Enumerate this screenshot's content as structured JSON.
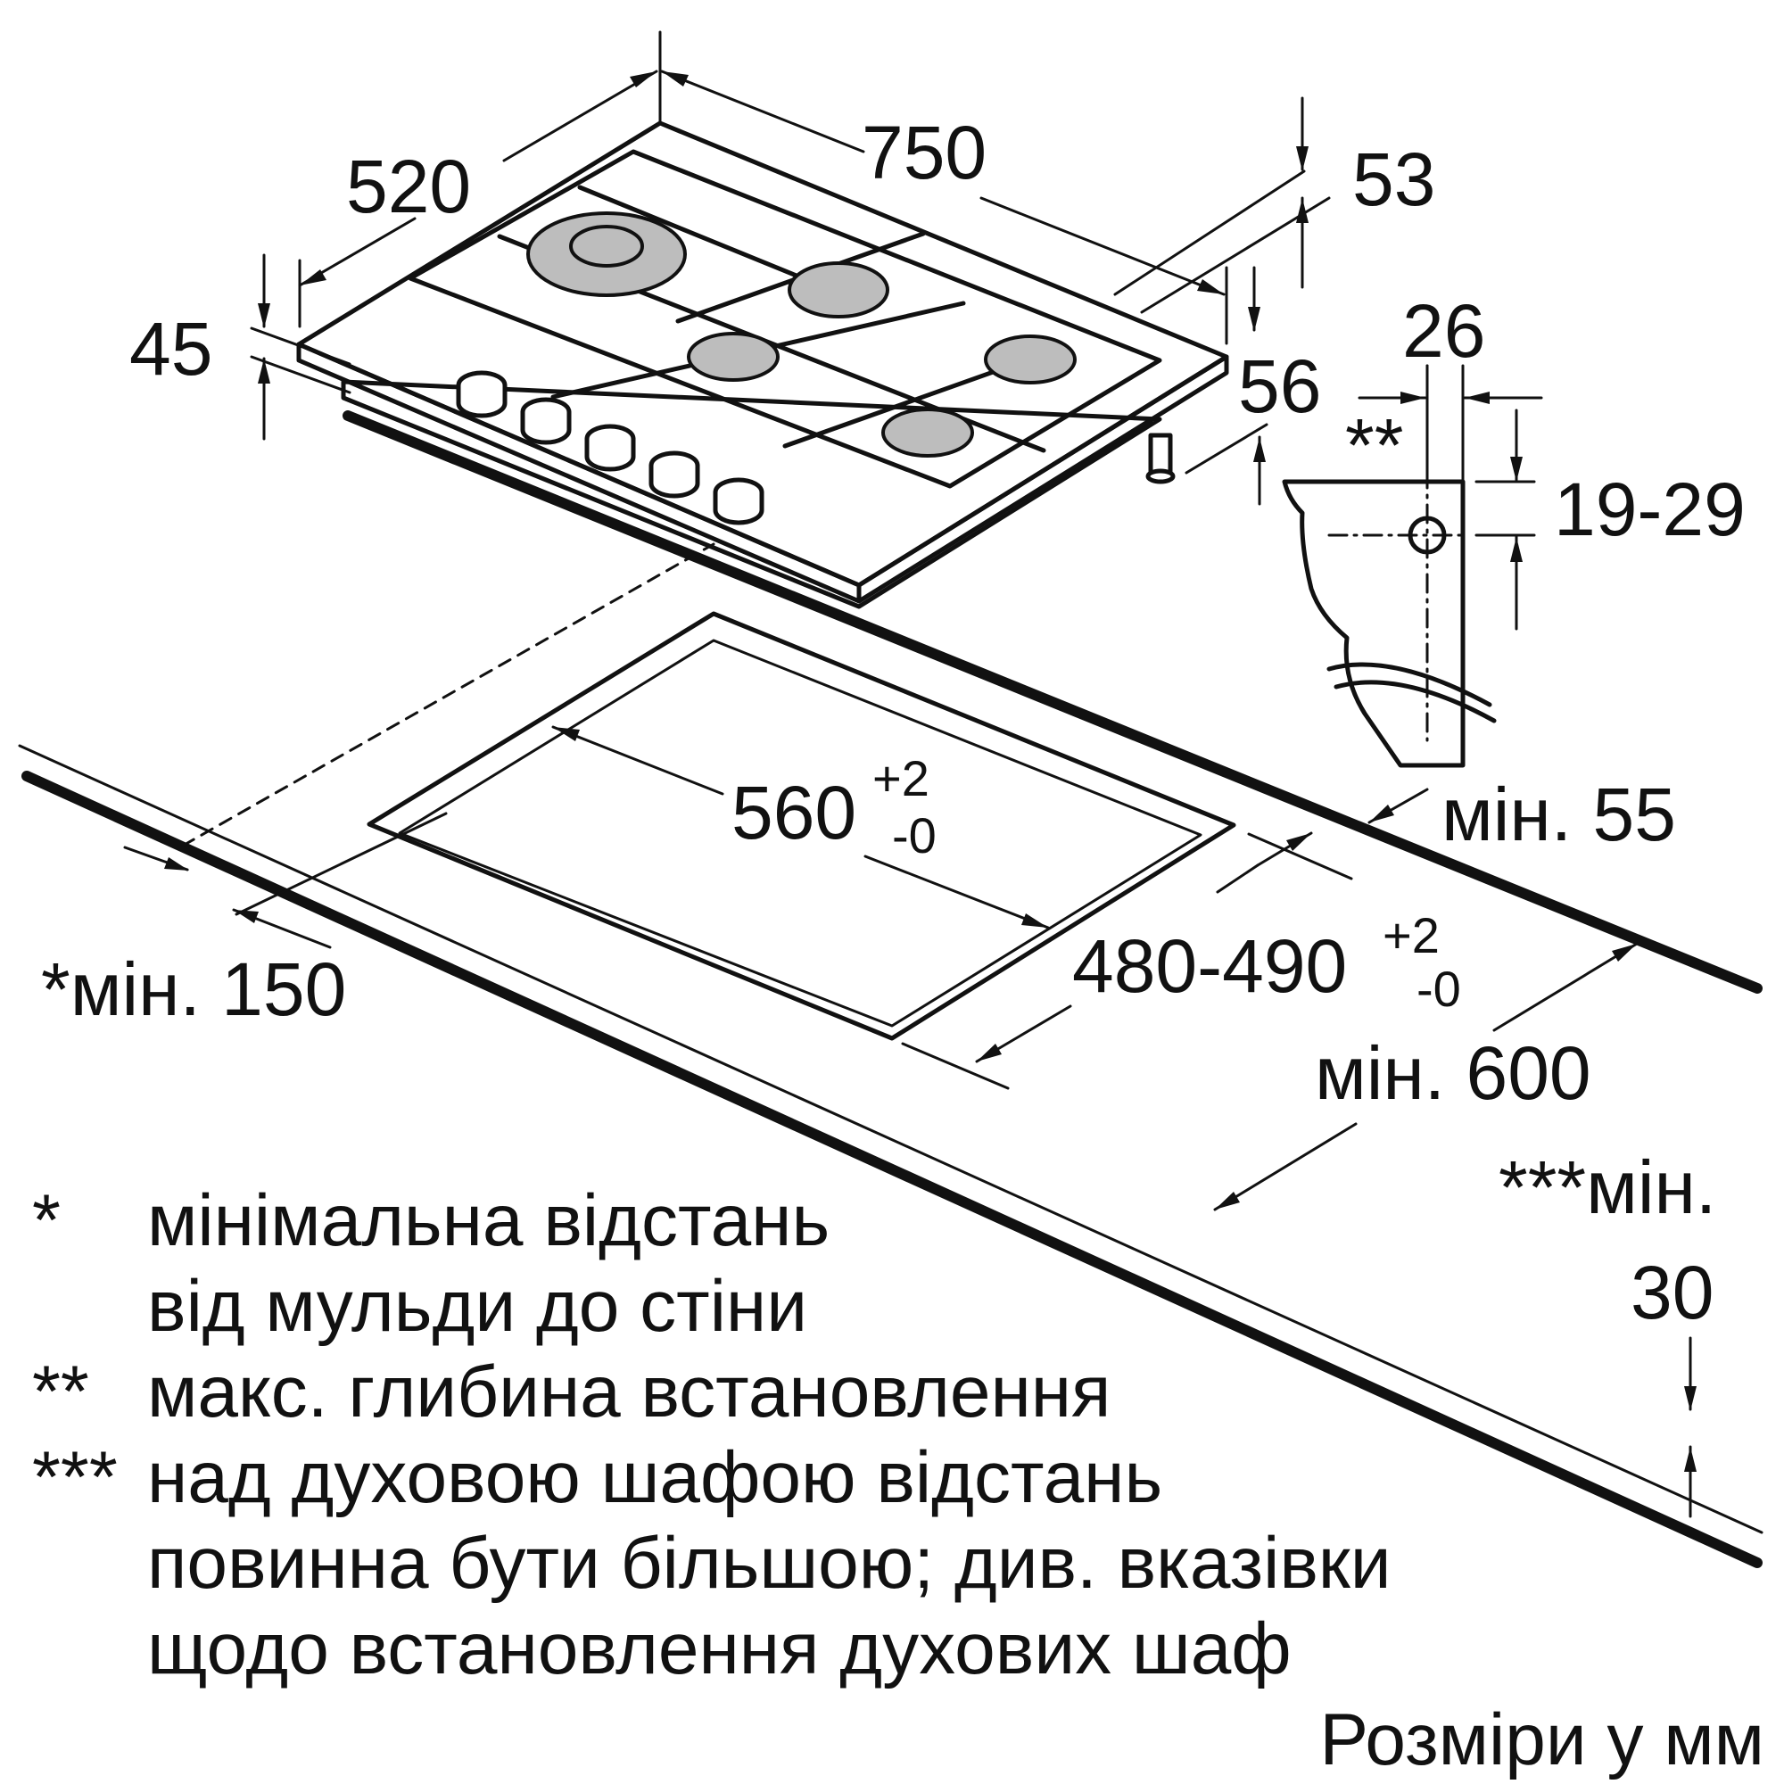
{
  "dimensions": {
    "depth_520": "520",
    "width_750": "750",
    "height_45": "45",
    "d53": "53",
    "d56": "56",
    "d26": "26",
    "stars2": "**",
    "range_19_29": "19-29",
    "min55": "мін. 55",
    "cutout_560": "560",
    "cutout_560_tol_plus": "+2",
    "cutout_560_tol_minus": "-0",
    "cutout_480_490": "480-490",
    "cutout_480_tol_plus": "+2",
    "cutout_480_tol_minus": "-0",
    "min150": "*мін. 150",
    "min600": "мін. 600",
    "min30_prefix": "***мін.",
    "min30_value": "30"
  },
  "notes": [
    {
      "marker": "*",
      "text": "мінімальна відстань"
    },
    {
      "marker": "",
      "text": "від мульди до стіни"
    },
    {
      "marker": "**",
      "text": "макс. глибина встановлення"
    },
    {
      "marker": "***",
      "text": "над духовою шафою відстань"
    },
    {
      "marker": "",
      "text": "повинна бути більшою; див. вказівки"
    },
    {
      "marker": "",
      "text": "щодо встановлення духових шаф"
    }
  ],
  "units_caption": "Розміри у мм"
}
